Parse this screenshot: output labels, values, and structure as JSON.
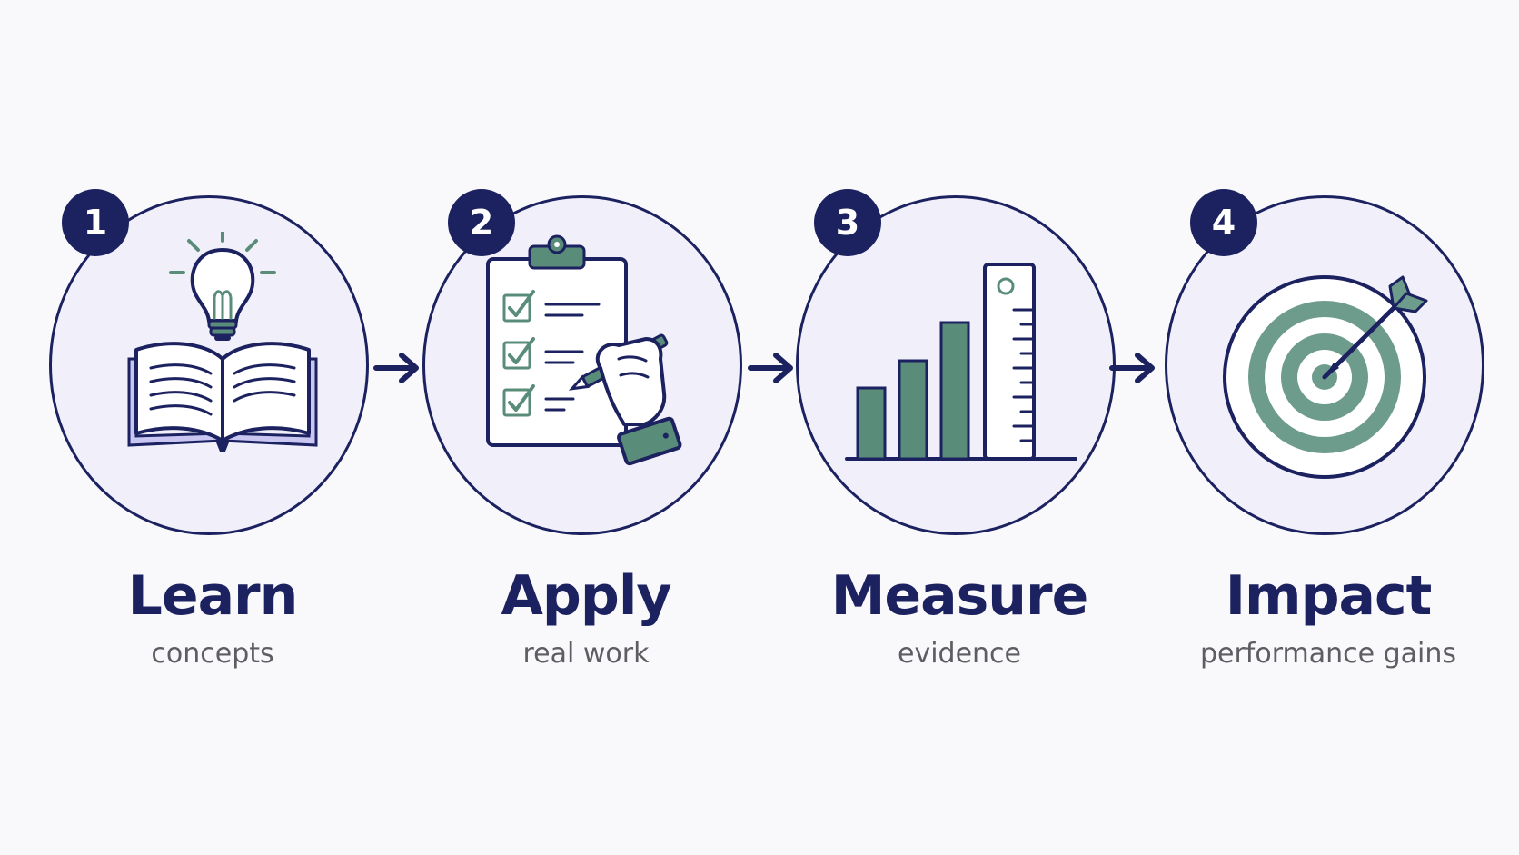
{
  "steps": [
    {
      "number": "1",
      "title": "Learn",
      "subtitle": "concepts",
      "icon": "book-lightbulb-icon"
    },
    {
      "number": "2",
      "title": "Apply",
      "subtitle": "real work",
      "icon": "clipboard-checklist-icon"
    },
    {
      "number": "3",
      "title": "Measure",
      "subtitle": "evidence",
      "icon": "bar-chart-ruler-icon"
    },
    {
      "number": "4",
      "title": "Impact",
      "subtitle": "performance gains",
      "icon": "target-arrow-icon"
    }
  ],
  "colors": {
    "navy": "#1c2260",
    "green": "#5a8c7a",
    "lavender": "#c9c6f2",
    "circle_fill": "#f1f0fa",
    "text_gray": "#5d5d63"
  }
}
